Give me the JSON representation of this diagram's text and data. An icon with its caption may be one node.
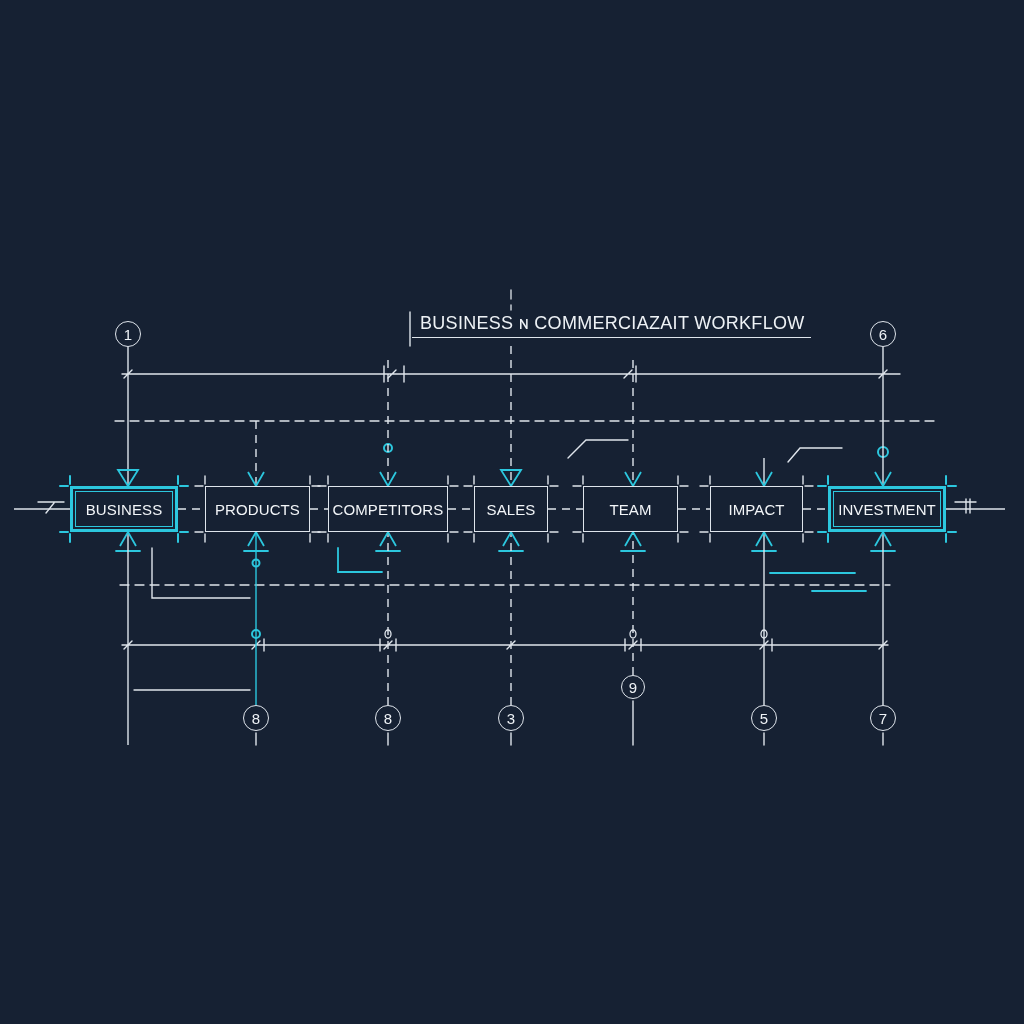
{
  "diagram": {
    "title": "BUSINESS ɴ COMMERCIAZAIT WORKFLOW",
    "nodes": [
      {
        "text": [
          "1"
        ]
      },
      {
        "text": [
          "6"
        ]
      },
      {
        "text": [
          "BUSINESS"
        ]
      },
      {
        "text": [
          "PRODUCTS"
        ]
      },
      {
        "text": [
          "COMPETITORS"
        ]
      },
      {
        "text": [
          "SALES"
        ]
      },
      {
        "text": [
          "TEAM"
        ]
      },
      {
        "text": [
          "IMPACT"
        ]
      },
      {
        "text": [
          "INVESTMENT"
        ]
      },
      {
        "text": [
          "8"
        ]
      },
      {
        "text": [
          "8"
        ]
      },
      {
        "text": [
          "3"
        ]
      },
      {
        "text": [
          "9"
        ]
      },
      {
        "text": [
          "5"
        ]
      },
      {
        "text": [
          "7"
        ]
      }
    ],
    "edges": [
      {
        "from": null,
        "to": 2,
        "arrow": "none"
      },
      {
        "from": 2,
        "to": 3,
        "arrow": "none",
        "style": "dashed"
      },
      {
        "from": 3,
        "to": 4,
        "arrow": "none",
        "style": "dashed"
      },
      {
        "from": 4,
        "to": 5,
        "arrow": "none",
        "style": "dashed"
      },
      {
        "from": 5,
        "to": 6,
        "arrow": "none",
        "style": "dashed"
      },
      {
        "from": 6,
        "to": 7,
        "arrow": "none",
        "style": "dashed"
      },
      {
        "from": 7,
        "to": 8,
        "arrow": "none",
        "style": "dashed"
      },
      {
        "from": 8,
        "to": null,
        "arrow": "none"
      },
      {
        "from": 0,
        "to": 2,
        "arrow": "to"
      },
      {
        "from": 1,
        "to": 8,
        "arrow": "to"
      },
      {
        "from": null,
        "to": 3,
        "arrow": "to",
        "style": "dashed"
      },
      {
        "from": null,
        "to": 4,
        "arrow": "to",
        "style": "dashed"
      },
      {
        "from": null,
        "to": 5,
        "arrow": "to",
        "style": "dashed"
      },
      {
        "from": null,
        "to": 6,
        "arrow": "to",
        "style": "dashed"
      },
      {
        "from": null,
        "to": 7,
        "arrow": "to"
      },
      {
        "from": null,
        "to": 2,
        "arrow": "to"
      },
      {
        "from": 9,
        "to": 3,
        "arrow": "to",
        "color": "#2cc7de"
      },
      {
        "from": 10,
        "to": 4,
        "arrow": "to",
        "style": "dashed"
      },
      {
        "from": 11,
        "to": 5,
        "arrow": "to",
        "style": "dashed"
      },
      {
        "from": 12,
        "to": 6,
        "arrow": "to",
        "style": "dashed"
      },
      {
        "from": 13,
        "to": 7,
        "arrow": "to"
      },
      {
        "from": 14,
        "to": 8,
        "arrow": "to"
      }
    ]
  }
}
